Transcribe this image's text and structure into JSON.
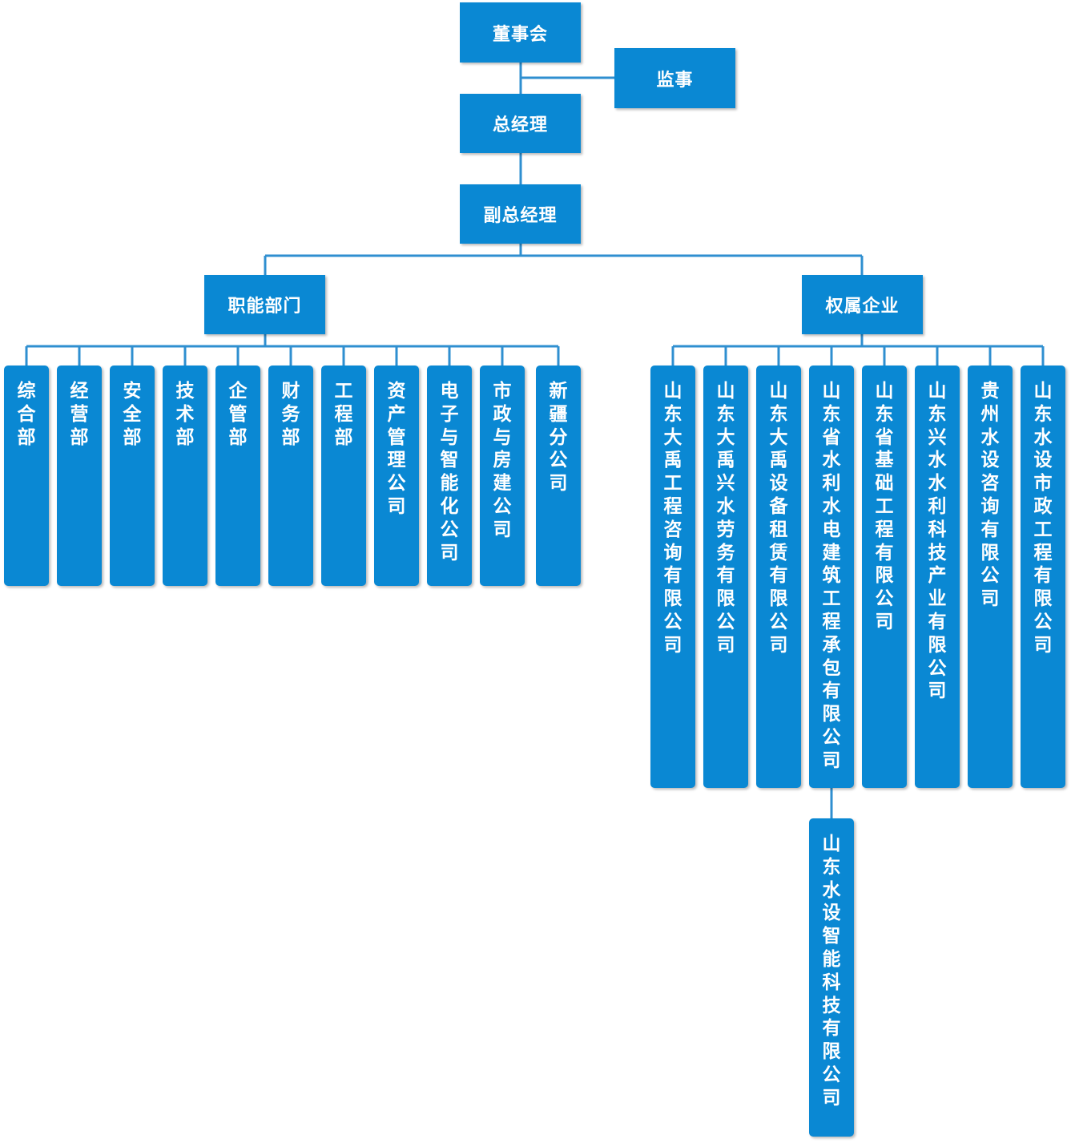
{
  "colors": {
    "box_fill": "#0a88d3",
    "box_text": "#ffffff",
    "connector": "#2f8fd0"
  },
  "top": {
    "board": "董事会",
    "supervisor": "监事",
    "general_manager": "总经理",
    "deputy_general_manager": "副总经理"
  },
  "branches": {
    "functional": {
      "label": "职能部门",
      "units": [
        "综合部",
        "经营部",
        "安全部",
        "技术部",
        "企管部",
        "财务部",
        "工程部",
        "资产管理公司",
        "电子与智能化公司",
        "市政与房建公司",
        "新疆分公司"
      ]
    },
    "affiliated": {
      "label": "权属企业",
      "units": [
        "山东大禹工程咨询有限公司",
        "山东大禹兴水劳务有限公司",
        "山东大禹设备租赁有限公司",
        "山东省水利水电建筑工程承包有限公司",
        "山东省基础工程有限公司",
        "山东兴水水利科技产业有限公司",
        "贵州水设咨询有限公司",
        "山东水设市政工程有限公司"
      ],
      "sub_unit": "山东水设智能科技有限公司"
    }
  }
}
